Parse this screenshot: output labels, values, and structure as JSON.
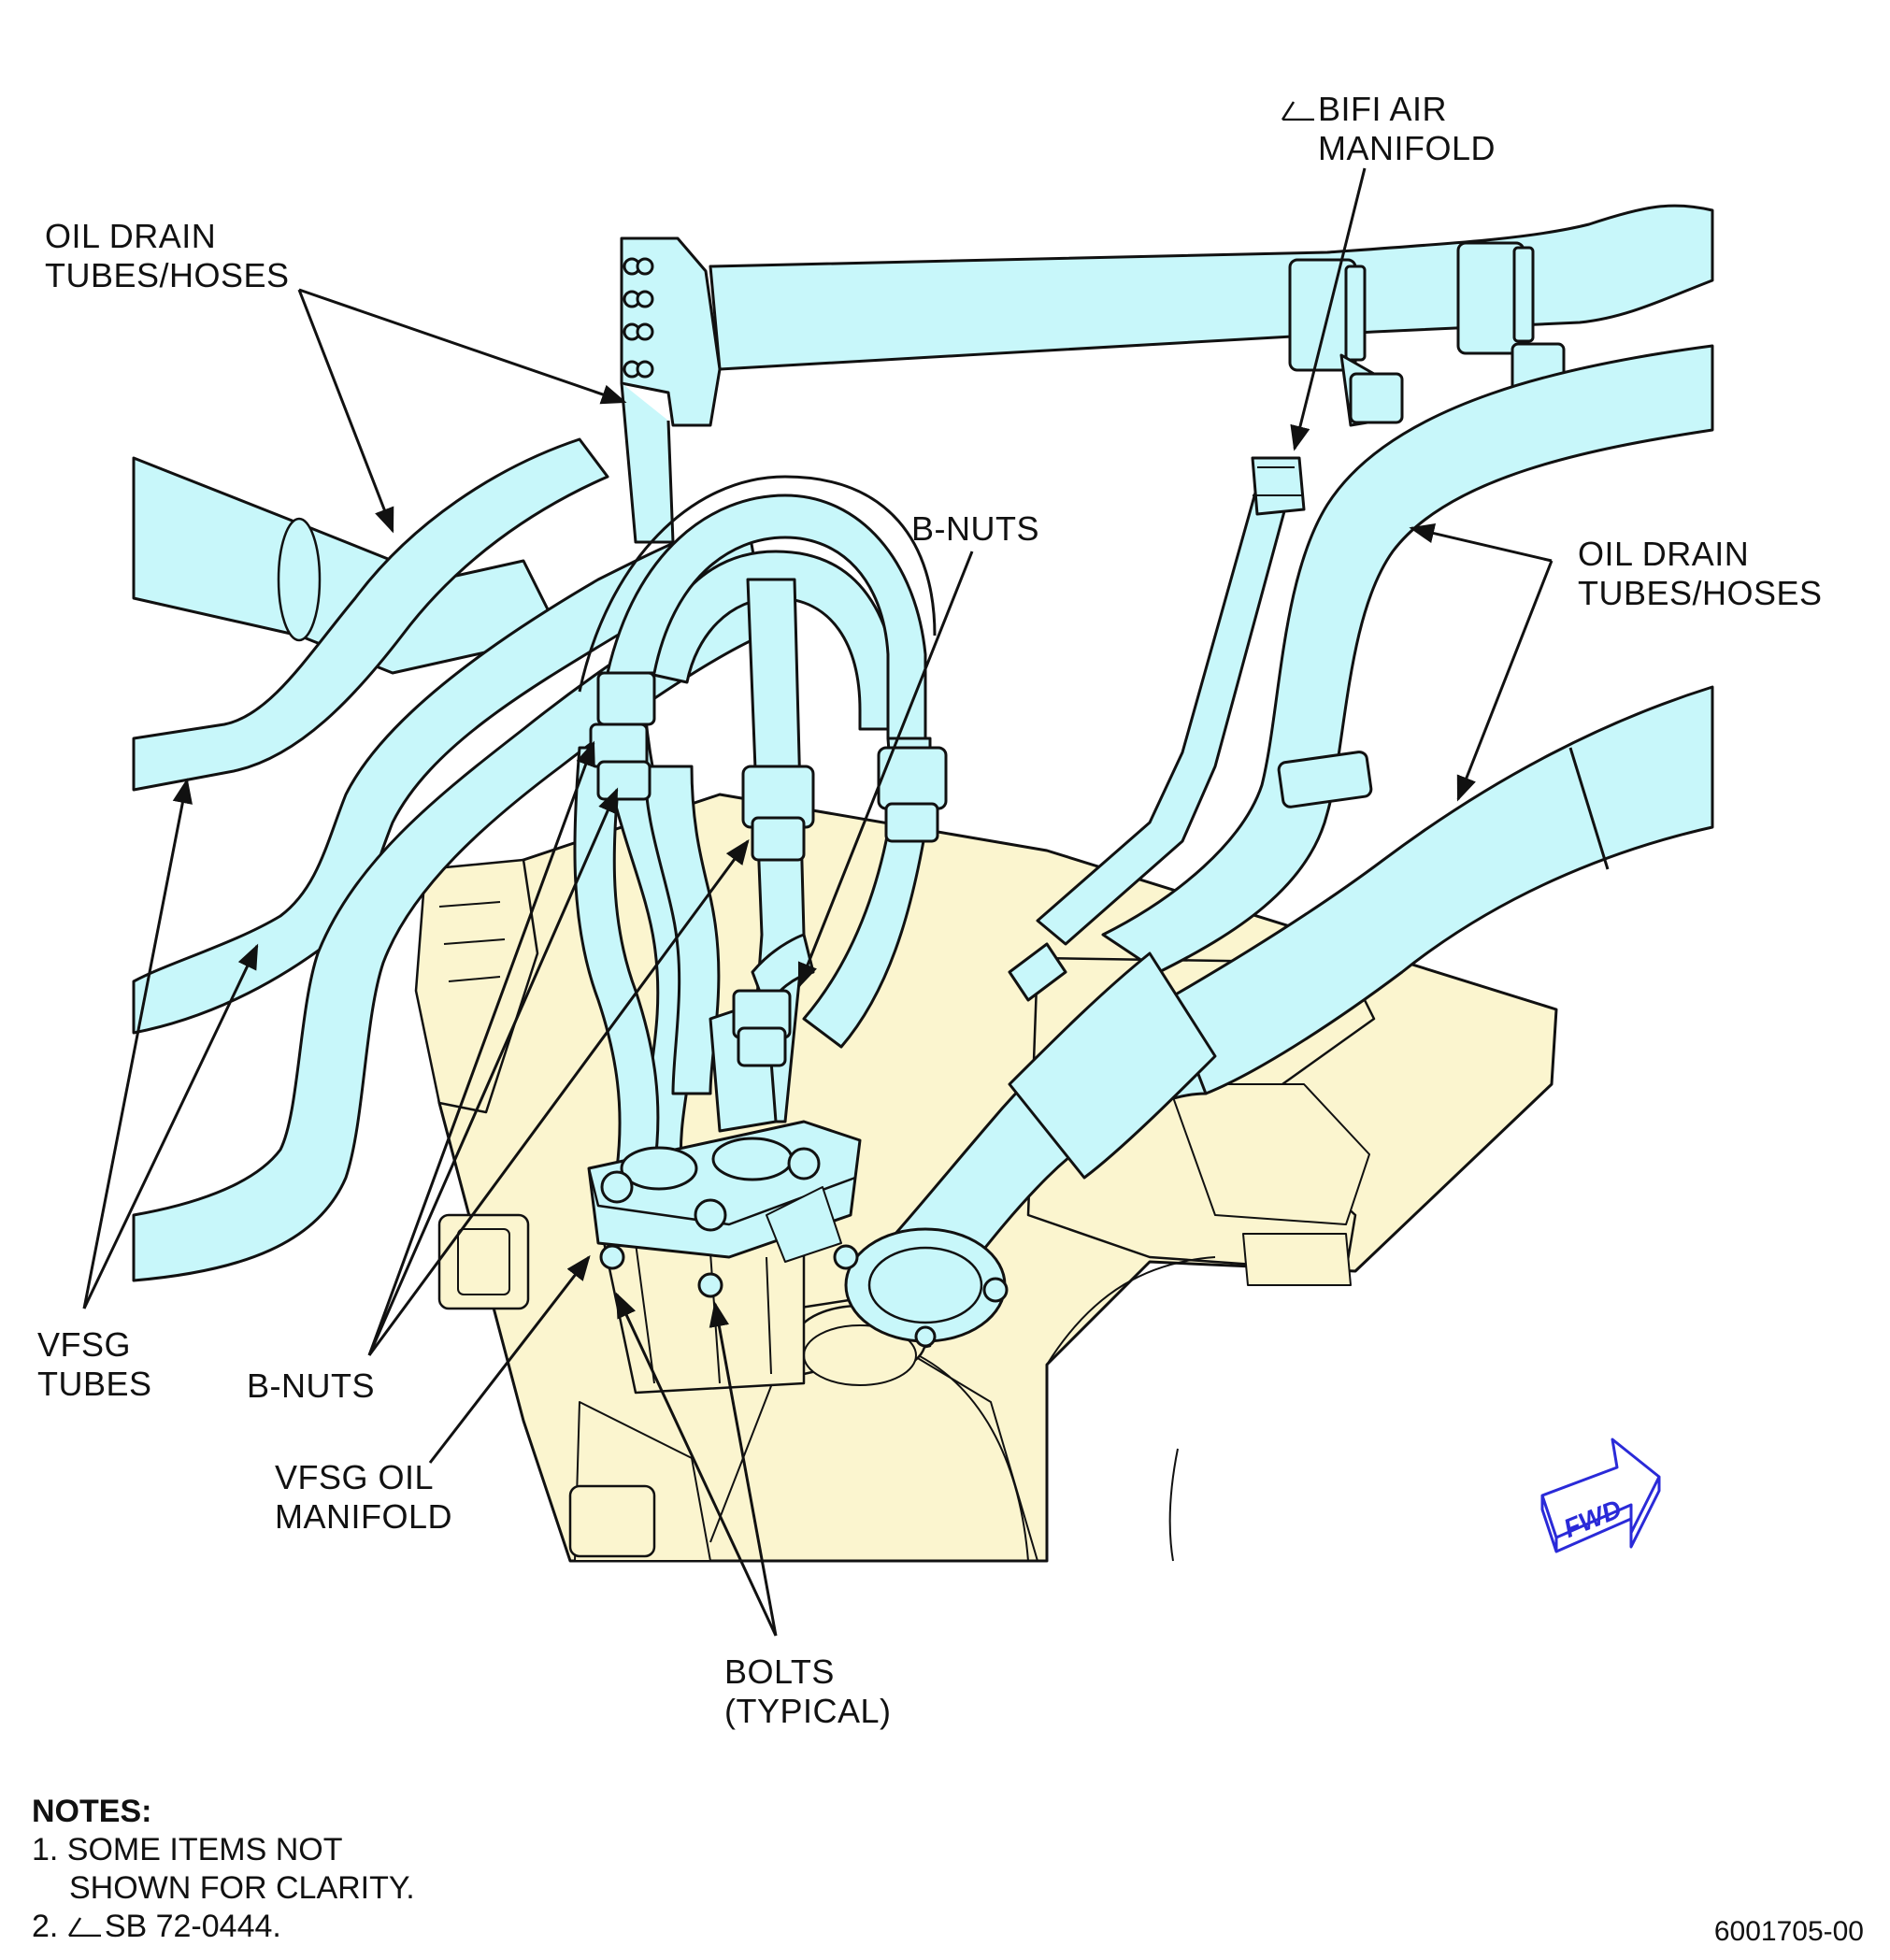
{
  "labels": {
    "oil_drain_left": [
      "OIL DRAIN",
      "TUBES/HOSES"
    ],
    "bifi": [
      "BIFI AIR",
      "MANIFOLD"
    ],
    "bnuts_top": "B-NUTS",
    "oil_drain_right": [
      "OIL DRAIN",
      "TUBES/HOSES"
    ],
    "vfsg_tubes": [
      "VFSG",
      "TUBES"
    ],
    "bnuts_bottom": "B-NUTS",
    "vfsg_manifold": [
      "VFSG OIL",
      "MANIFOLD"
    ],
    "bolts": [
      "BOLTS",
      "(TYPICAL)"
    ],
    "fwd": "FWD"
  },
  "notes": {
    "title": "NOTES:",
    "items": [
      "1. SOME ITEMS NOT",
      "SHOWN FOR CLARITY.",
      "2.",
      "SB 72-0444."
    ]
  },
  "figure_ref": "6001705-00",
  "colors": {
    "tube_fill": "#c8f7fa",
    "structure_fill": "#fbf5cf",
    "line": "#111111",
    "fwd_arrow": "#2a2ad8"
  }
}
